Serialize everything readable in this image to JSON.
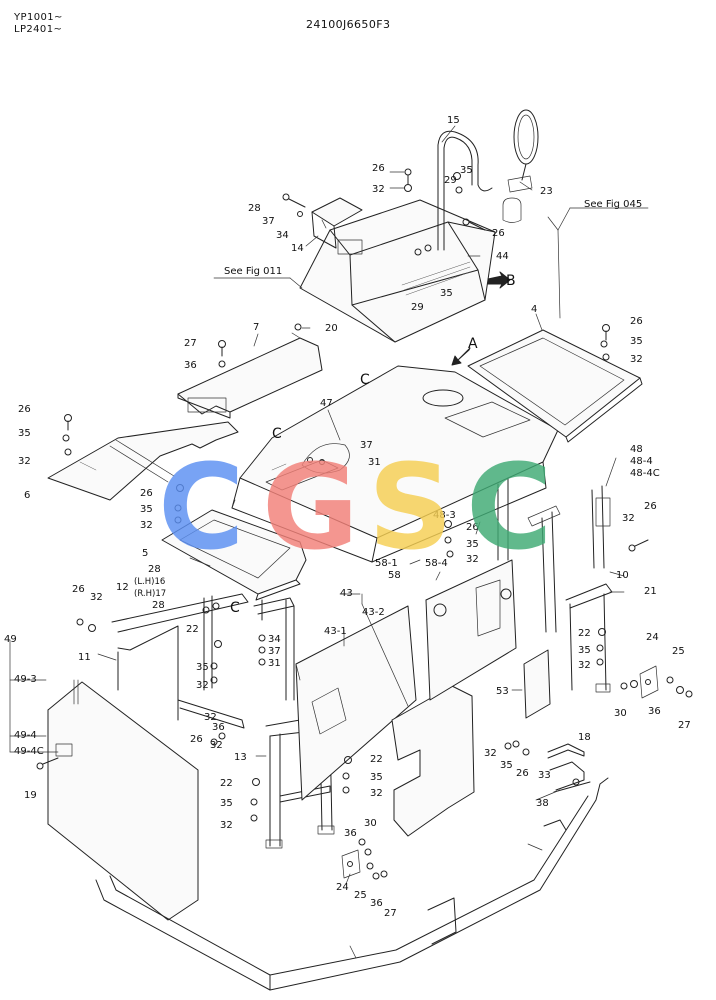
{
  "header": {
    "serial_line_1": "YP1001~",
    "serial_line_2": "LP2401~",
    "drawing_number": "24100J6650F3"
  },
  "references": {
    "fig_045": "See Fig 045",
    "fig_011": "See Fig 011"
  },
  "view_markers": {
    "a": "A",
    "b": "B",
    "c": "C"
  },
  "watermark": {
    "text": "CGSC",
    "colors": [
      "#5b8ff2",
      "#f28078",
      "#f6cf52",
      "#3faa74"
    ]
  },
  "callouts": [
    "15",
    "26",
    "35",
    "29",
    "32",
    "23",
    "28",
    "37",
    "34",
    "26",
    "14",
    "44",
    "29",
    "35",
    "4",
    "20",
    "26",
    "35",
    "32",
    "7",
    "27",
    "36",
    "47",
    "37",
    "31",
    "26",
    "35",
    "32",
    "6",
    "48",
    "48-4",
    "48-4C",
    "26",
    "32",
    "26",
    "35",
    "32",
    "5",
    "48-3",
    "26",
    "35",
    "32",
    "58-1",
    "58-4",
    "58",
    "10",
    "21",
    "28",
    "(L.H)16",
    "(R.H)17",
    "12",
    "26",
    "32",
    "28",
    "43",
    "43-2",
    "43-1",
    "11",
    "22",
    "34",
    "37",
    "31",
    "35",
    "32",
    "49",
    "49-3",
    "24",
    "25",
    "22",
    "35",
    "32",
    "53",
    "30",
    "36",
    "27",
    "49-4",
    "49-4C",
    "19",
    "32",
    "26",
    "13",
    "22",
    "35",
    "32",
    "18",
    "32",
    "35",
    "26",
    "22",
    "35",
    "32",
    "33",
    "38",
    "36",
    "30",
    "24",
    "25",
    "36",
    "27",
    "36",
    "32"
  ]
}
